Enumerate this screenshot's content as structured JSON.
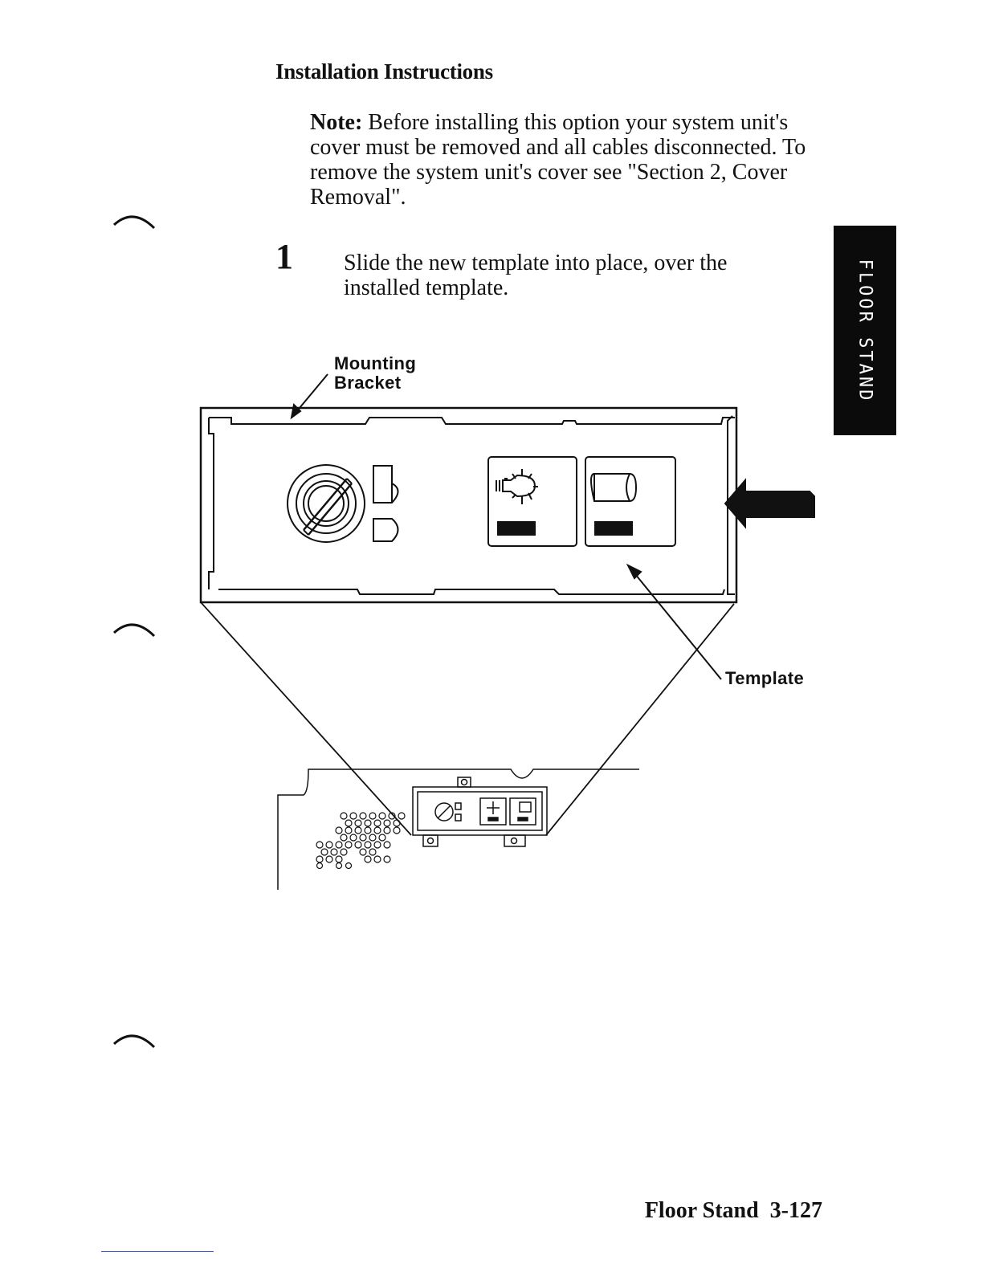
{
  "heading": "Installation Instructions",
  "note": {
    "label": "Note:",
    "text": " Before installing this option your system unit's cover must be removed and all cables disconnected.  To remove the system unit's cover see \"Section 2, Cover Removal\"."
  },
  "step": {
    "number": "1",
    "text": "Slide the new template into place, over the installed template."
  },
  "side_tab": "FLOOR STAND",
  "figure": {
    "callout_bracket_line1": "Mounting",
    "callout_bracket_line2": "Bracket",
    "callout_template": "Template"
  },
  "footer": {
    "title": "Floor Stand",
    "page": "3-127"
  }
}
